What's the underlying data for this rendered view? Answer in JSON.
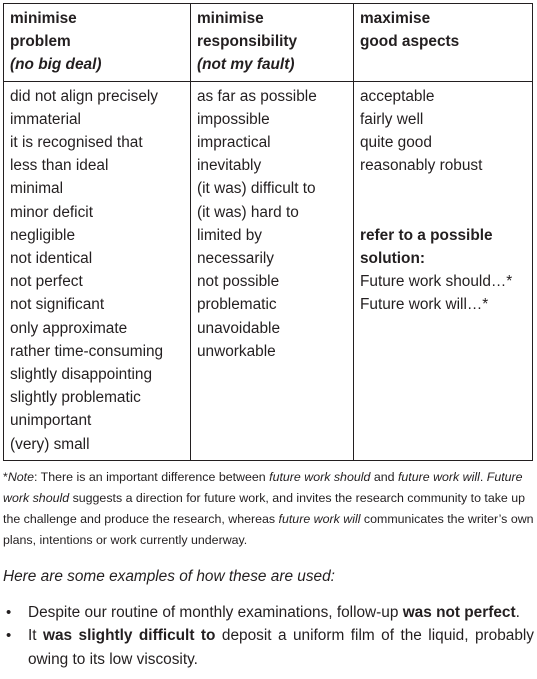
{
  "table": {
    "columns": [
      {
        "header_lines": [
          "minimise",
          "problem"
        ],
        "header_italic": "(no big deal)",
        "items": [
          "did not align precisely",
          "immaterial",
          "it is recognised that",
          "less than ideal",
          "minimal",
          "minor deficit",
          "negligible",
          "not identical",
          "not perfect",
          "not significant",
          "only approximate",
          "rather time-consuming",
          "slightly disappointing",
          "slightly problematic",
          "unimportant",
          "(very) small"
        ]
      },
      {
        "header_lines": [
          "minimise",
          "responsibility"
        ],
        "header_italic": "(not my fault)",
        "items": [
          "as far as possible",
          "impossible",
          "impractical",
          "inevitably",
          "(it was) difficult to",
          "(it was) hard to",
          "limited by",
          "necessarily",
          "not possible",
          "problematic",
          "unavoidable",
          "unworkable"
        ]
      },
      {
        "header_lines": [
          "maximise",
          "good aspects"
        ],
        "items": [
          "acceptable",
          "fairly well",
          "quite good",
          "reasonably robust"
        ],
        "subheading_lines": [
          "refer to a possible",
          "solution:"
        ],
        "sub_items": [
          "Future work should…*",
          "Future work will…*"
        ]
      }
    ]
  },
  "note": {
    "t1": "*",
    "t2": "Note",
    "t3": ": There is an important difference between ",
    "t4": "future work should",
    "t5": " and ",
    "t6": "future work will",
    "t7": ". ",
    "t8": "Future work should",
    "t9": " suggests a direction for future work, and invites the research community to take up the challenge and produce the research, whereas ",
    "t10": "future work will",
    "t11": " communicates the writer’s own plans, intentions or work currently underway."
  },
  "examples_intro": "Here are some examples of how these are used:",
  "examples": [
    {
      "bullet": "•",
      "before": "Despite our routine of monthly examinations, follow-up ",
      "bold": "was not perfect",
      "after": "."
    },
    {
      "bullet": "•",
      "before": "It ",
      "bold": "was slightly difficult to",
      "after": " deposit a uniform film of the liquid, probably owing to its low viscosity."
    }
  ]
}
